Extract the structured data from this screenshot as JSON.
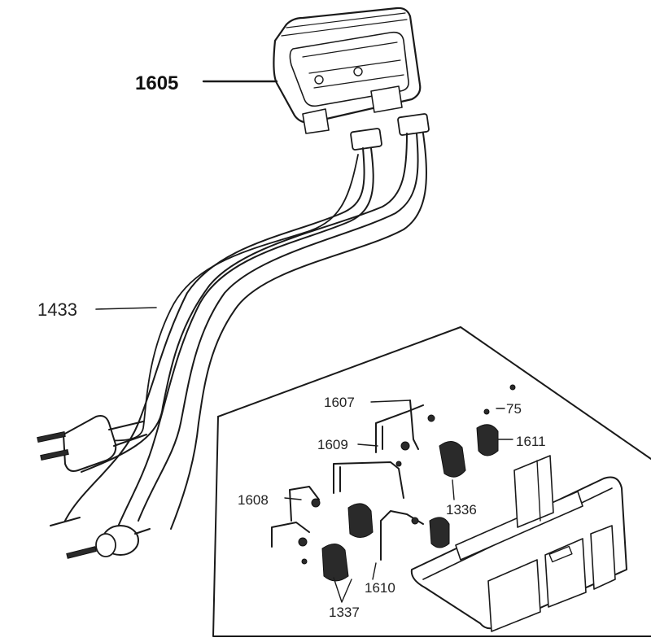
{
  "labels": {
    "p1605": "1605",
    "p1433": "1433",
    "p1607": "1607",
    "p75": "75",
    "p1611": "1611",
    "p1609": "1609",
    "p1336": "1336",
    "p1608": "1608",
    "p1610": "1610",
    "p1337": "1337"
  },
  "colors": {
    "ink": "#1a1a1a",
    "paper": "#ffffff"
  }
}
